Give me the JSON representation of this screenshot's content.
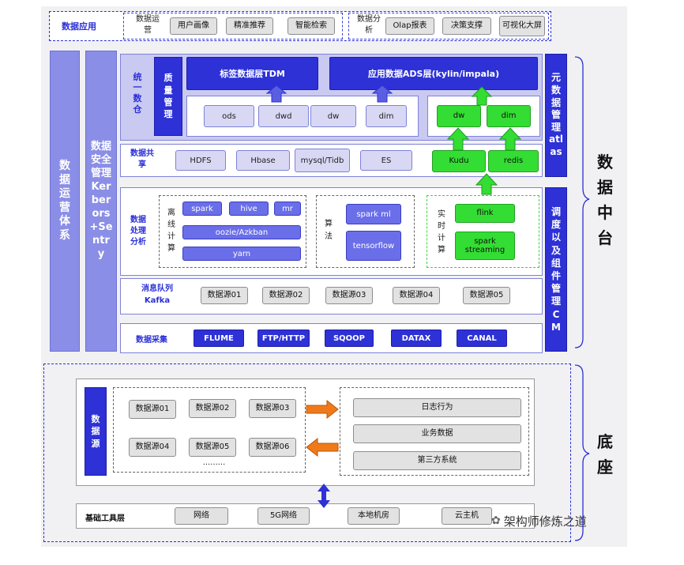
{
  "top": {
    "app_label": "数据应用",
    "ops_label": "数据运营",
    "ops_items": [
      "用户画像",
      "精准推荐",
      "智能检索"
    ],
    "analysis_label": "数据分析",
    "analysis_items": [
      "Olap报表",
      "决策支撑",
      "可视化大屏"
    ]
  },
  "left": {
    "ops_system": "数据运营体系",
    "security": "数据安全管理Kerberors+Sentry"
  },
  "warehouse": {
    "label": "统一数仓",
    "quality": "质量管理",
    "tdm": "标签数据层TDM",
    "ads": "应用数据ADS层(kylin/impala)",
    "layers": [
      "ods",
      "dwd",
      "dw",
      "dim"
    ],
    "rt_layers": [
      "dw",
      "dim"
    ]
  },
  "share": {
    "label": "数据共享",
    "items": [
      "HDFS",
      "Hbase",
      "mysql/Tidb",
      "ES"
    ],
    "rt_items": [
      "Kudu",
      "redis"
    ]
  },
  "processing": {
    "label": "数据处理分析",
    "offline_label": "离线计算",
    "offline_items": [
      "spark",
      "hive",
      "mr"
    ],
    "scheduler": "oozie/Azkban",
    "yarn": "yarn",
    "algo_label": "算法",
    "algo_items": [
      "spark ml",
      "tensorflow"
    ],
    "rt_label": "实时计算",
    "rt_items": [
      "flink",
      "spark streaming"
    ]
  },
  "queue": {
    "label": "消息队列Kafka",
    "items": [
      "数据源01",
      "数据源02",
      "数据源03",
      "数据源04",
      "数据源05"
    ]
  },
  "collect": {
    "label": "数据采集",
    "items": [
      "FLUME",
      "FTP/HTTP",
      "SQOOP",
      "DATAX",
      "CANAL"
    ]
  },
  "right": {
    "atlas": "元数据管理atlas",
    "cm": "调度以及组件管理CM",
    "middle_platform": "数据中台",
    "base": "底座"
  },
  "base": {
    "source_label": "数据源",
    "sources": [
      "数据源01",
      "数据源02",
      "数据源03",
      "数据源04",
      "数据源05",
      "数据源06"
    ],
    "dots": ".........",
    "targets": [
      "日志行为",
      "业务数据",
      "第三方系统"
    ],
    "tools_label": "基础工具层",
    "tools": [
      "网络",
      "5G网络",
      "本地机房",
      "云主机"
    ]
  },
  "watermark": "架构师修炼之道",
  "colors": {
    "brand_blue": "#2d31d6",
    "lavender": "#c9c9f2",
    "green": "#33dd33",
    "orange": "#f07a1a"
  }
}
